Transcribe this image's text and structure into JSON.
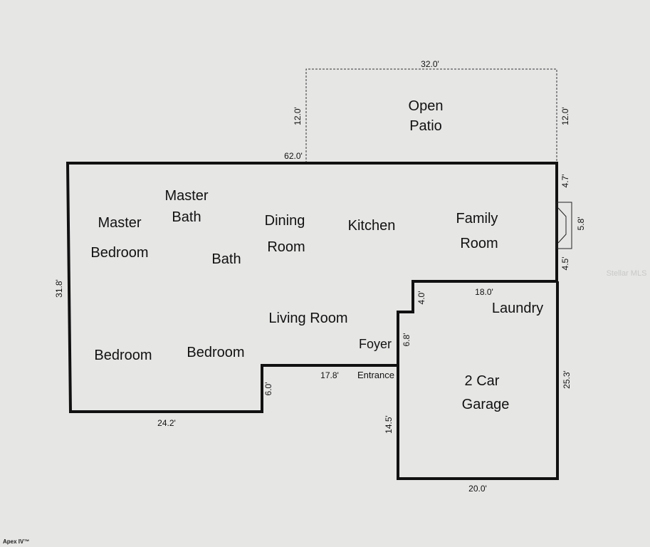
{
  "rooms": {
    "patio_1": "Open",
    "patio_2": "Patio",
    "master_bath_1": "Master",
    "master_bath_2": "Bath",
    "master_bed_1": "Master",
    "master_bed_2": "Bedroom",
    "bath": "Bath",
    "dining_1": "Dining",
    "dining_2": "Room",
    "kitchen": "Kitchen",
    "family_1": "Family",
    "family_2": "Room",
    "living": "Living Room",
    "laundry": "Laundry",
    "foyer": "Foyer",
    "entrance": "Entrance",
    "bedroom_1": "Bedroom",
    "bedroom_2": "Bedroom",
    "garage_1": "2 Car",
    "garage_2": "Garage"
  },
  "dimensions": {
    "patio_top": "32.0'",
    "patio_left": "12.0'",
    "patio_right": "12.0'",
    "top": "62.0'",
    "right_upper": "4.7'",
    "fireplace": "5.8'",
    "right_lower": "4.5'",
    "left": "31.8'",
    "bottom_left": "24.2'",
    "step": "6.0'",
    "entrance_wall": "17.8'",
    "garage_top": "18.0'",
    "notch": "4.0'",
    "foyer_wall": "6.8'",
    "garage_left": "14.5'",
    "garage_right": "25.3'",
    "garage_bottom": "20.0'"
  },
  "watermark": "Stellar MLS",
  "footer": "Apex IV™"
}
